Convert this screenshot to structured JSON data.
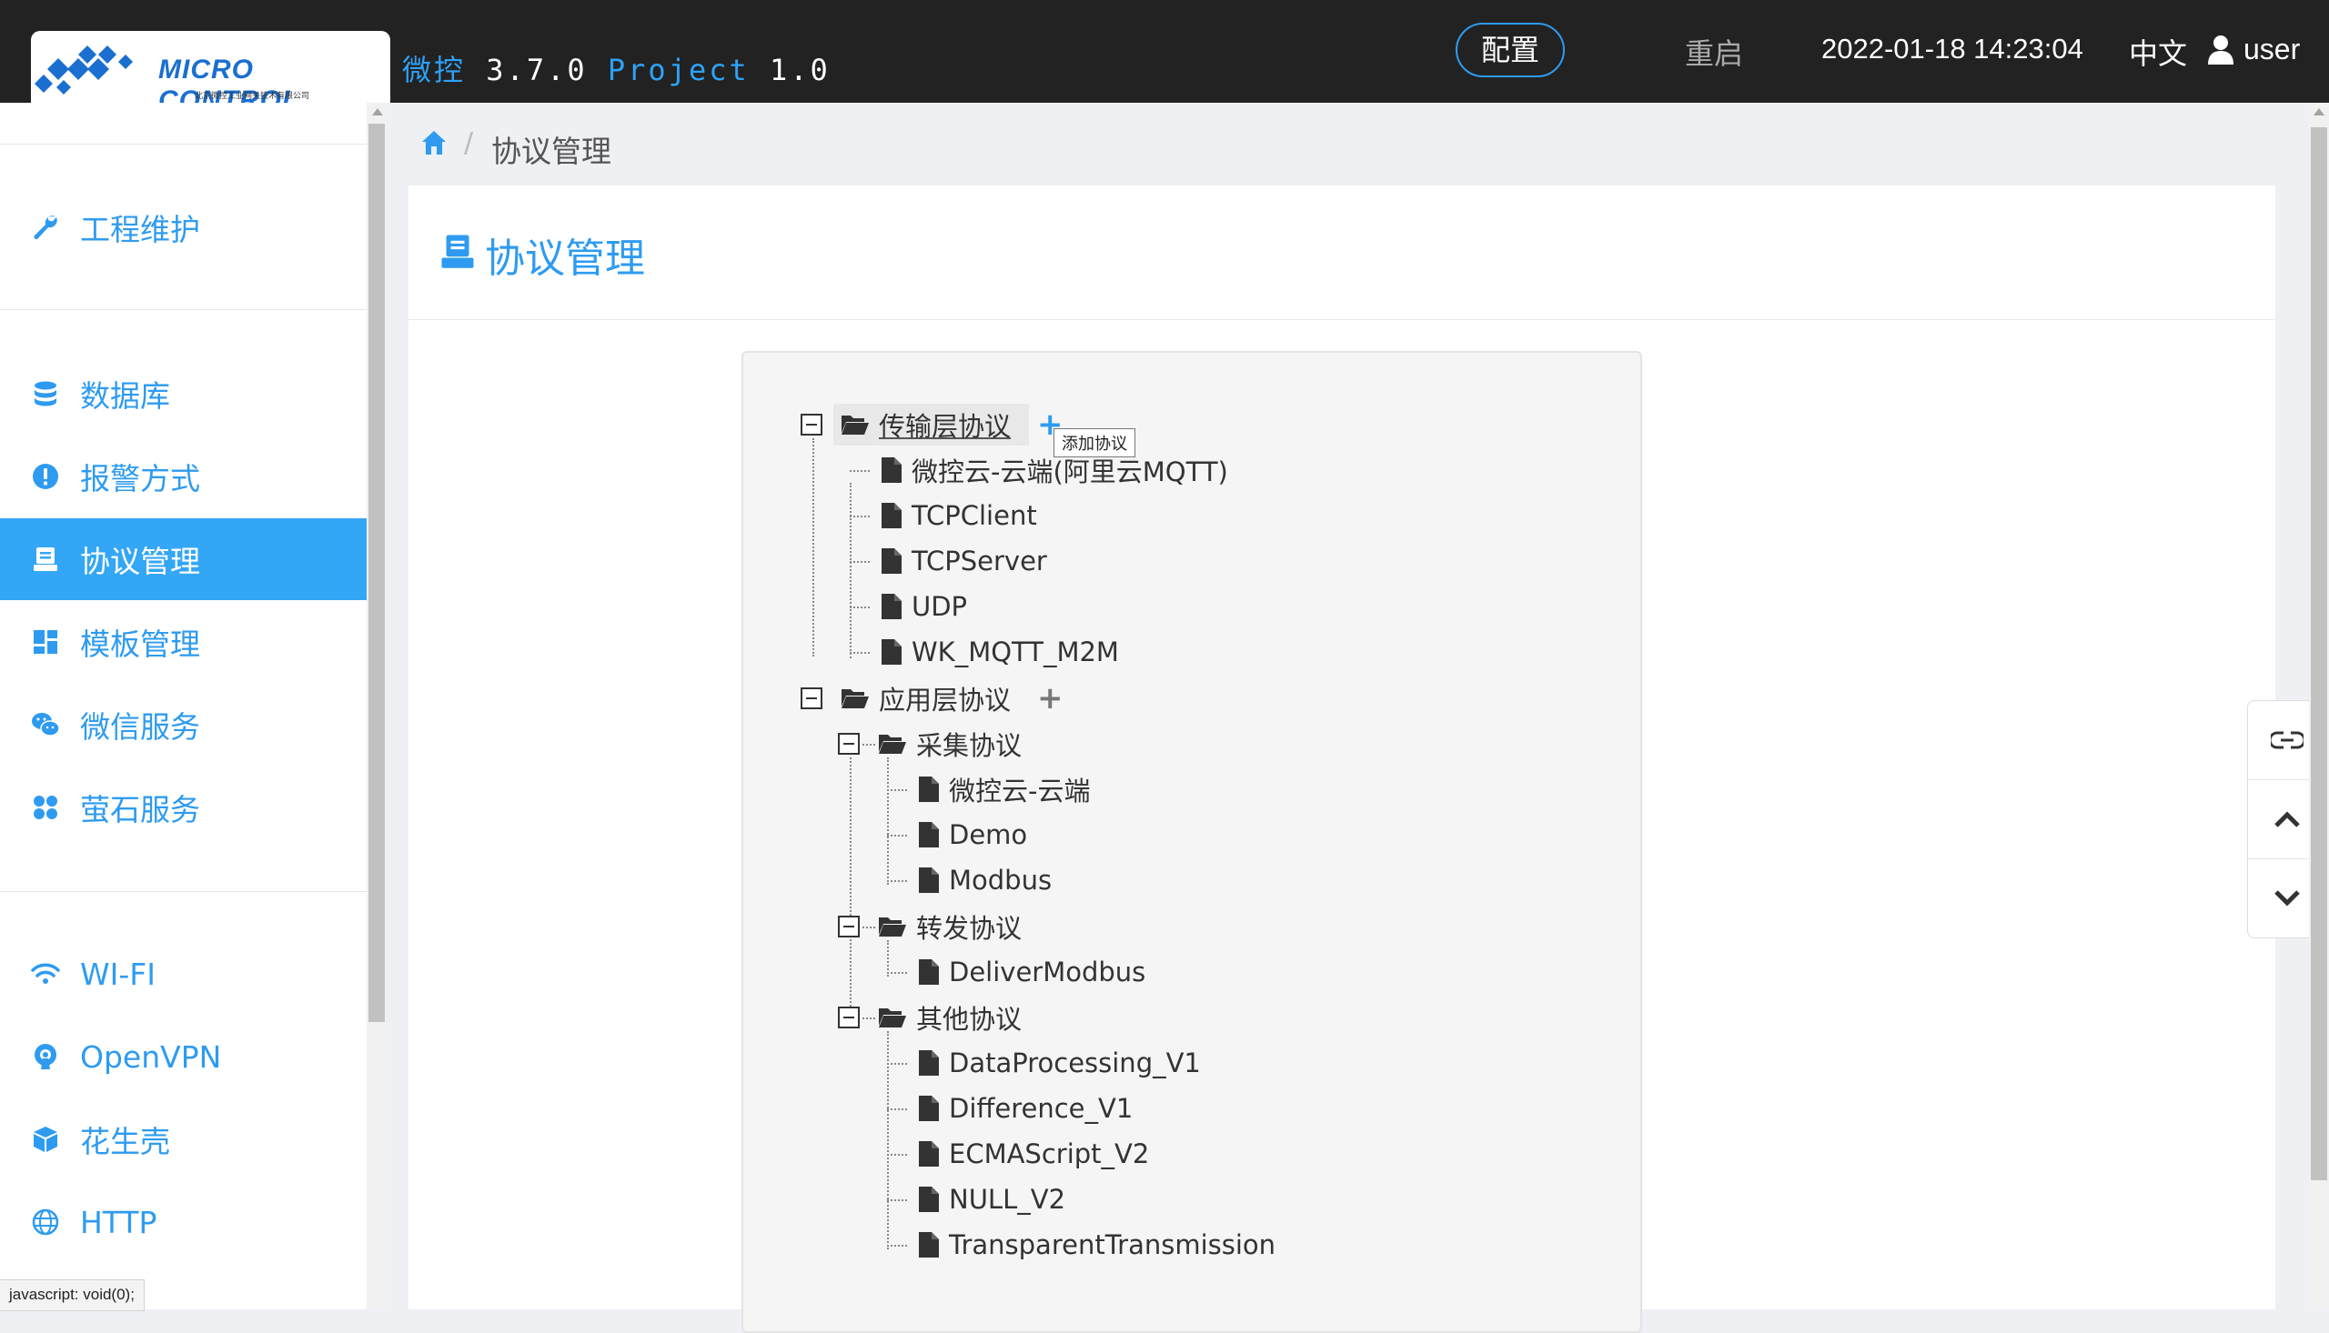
{
  "header": {
    "logo_text": "MICRO CONTROL",
    "logo_subtitle": "北京微控工业网关技术有限公司",
    "app_name": "微控",
    "app_version": "3.7.0",
    "project_label": "Project",
    "project_version": "1.0",
    "config_button": "配置",
    "restart_button": "重启",
    "datetime": "2022-01-18 14:23:04",
    "language": "中文",
    "username": "user"
  },
  "sidebar": {
    "items": [
      {
        "label": "工程维护",
        "icon": "wrench-icon",
        "active": false
      },
      {
        "label": "数据库",
        "icon": "database-icon",
        "active": false
      },
      {
        "label": "报警方式",
        "icon": "alert-icon",
        "active": false
      },
      {
        "label": "协议管理",
        "icon": "protocol-icon",
        "active": true
      },
      {
        "label": "模板管理",
        "icon": "dashboard-icon",
        "active": false
      },
      {
        "label": "微信服务",
        "icon": "wechat-icon",
        "active": false
      },
      {
        "label": "萤石服务",
        "icon": "ezviz-icon",
        "active": false
      },
      {
        "label": "WI-FI",
        "icon": "wifi-icon",
        "active": false
      },
      {
        "label": "OpenVPN",
        "icon": "openvpn-icon",
        "active": false
      },
      {
        "label": "花生壳",
        "icon": "cube-icon",
        "active": false
      },
      {
        "label": "HTTP",
        "icon": "globe-icon",
        "active": false
      }
    ]
  },
  "status_bar": "javascript: void(0);",
  "breadcrumb": {
    "current": "协议管理"
  },
  "panel": {
    "title": "协议管理"
  },
  "tooltip": "添加协议",
  "tree": {
    "transport": {
      "label": "传输层协议",
      "children": [
        "微控云-云端(阿里云MQTT)",
        "TCPClient",
        "TCPServer",
        "UDP",
        "WK_MQTT_M2M"
      ]
    },
    "application": {
      "label": "应用层协议",
      "groups": [
        {
          "label": "采集协议",
          "children": [
            "微控云-云端",
            "Demo",
            "Modbus"
          ]
        },
        {
          "label": "转发协议",
          "children": [
            "DeliverModbus"
          ]
        },
        {
          "label": "其他协议",
          "children": [
            "DataProcessing_V1",
            "Difference_V1",
            "ECMAScript_V2",
            "NULL_V2",
            "TransparentTransmission"
          ]
        }
      ]
    }
  },
  "colors": {
    "accent": "#2e9bf0",
    "active_bg": "#33a6f6",
    "topbar": "#222222"
  }
}
